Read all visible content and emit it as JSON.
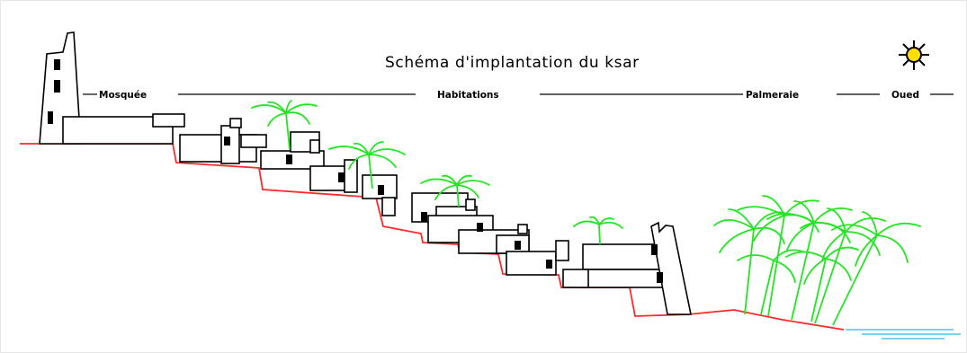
{
  "title": "Schéma d'implantation du ksar",
  "zones": {
    "mosque": "Mosquée",
    "houses": "Habitations",
    "palm_grove": "Palmeraie",
    "wadi": "Oued"
  },
  "colors": {
    "ground": "#ff2a2a",
    "palm": "#22e622",
    "water": "#4ec3f0",
    "sun": "#ffe000",
    "building": "#000000"
  },
  "icons": [
    "sun-icon",
    "palm-tree-icon",
    "mosque-minaret-icon"
  ]
}
